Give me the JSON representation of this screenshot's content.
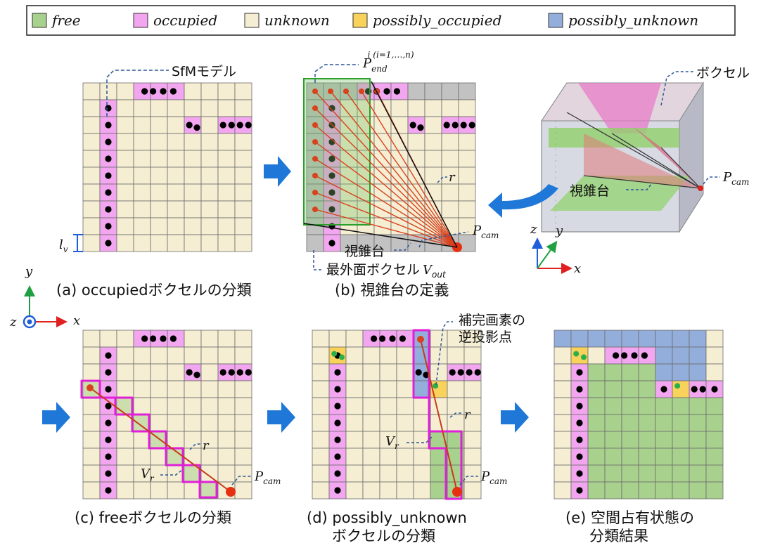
{
  "colors": {
    "free": "#a9d18e",
    "occupied": "#f3a6f0",
    "unknown": "#f6eed3",
    "possibly_occupied": "#f9d25c",
    "possibly_unknown": "#94aedc",
    "grid_line": "#6b6b6b",
    "point": "#000000",
    "ray": "#d8431e",
    "leader": "#2b5797",
    "arrow": "#1f77d8"
  },
  "legend": [
    "free",
    "occupied",
    "unknown",
    "possibly_occupied",
    "possibly_unknown"
  ],
  "panels": {
    "a": {
      "caption": "(a) occupiedボクセルの分類",
      "sfm_label": "SfMモデル",
      "lv_label": "l",
      "lv_sub": "v"
    },
    "b": {
      "caption": "(b) 視錐台の定義",
      "pend_label": "P",
      "pend_sub": "end",
      "pend_sup": "i (i=1,…,n)",
      "r_label": "r",
      "pcam_label": "P",
      "pcam_sub": "cam",
      "frustum_label": "視錐台",
      "vout_label": "最外面ボクセル",
      "vout_v": "V",
      "vout_sub": "out"
    },
    "c": {
      "caption": "(c) freeボクセルの分類",
      "r_label": "r",
      "vr_label": "V",
      "vr_sub": "r",
      "pcam_label": "P",
      "pcam_sub": "cam"
    },
    "d": {
      "caption_line1": "(d) possibly_unknown",
      "caption_line2": "ボクセルの分類",
      "comp_line1": "補完画素の",
      "comp_line2": "逆投影点",
      "r_label": "r",
      "vr_label": "V",
      "vr_sub": "r",
      "pcam_label": "P",
      "pcam_sub": "cam"
    },
    "e": {
      "caption_line1": "(e) 空間占有状態の",
      "caption_line2": "分類結果"
    },
    "voxel3d": {
      "voxel_label": "ボクセル",
      "pcam_label": "P",
      "pcam_sub": "cam",
      "frustum_label": "視錐台",
      "axis_x": "x",
      "axis_y": "y",
      "axis_z": "z"
    }
  },
  "axes2d": {
    "x": "x",
    "y": "y",
    "z": "z"
  }
}
